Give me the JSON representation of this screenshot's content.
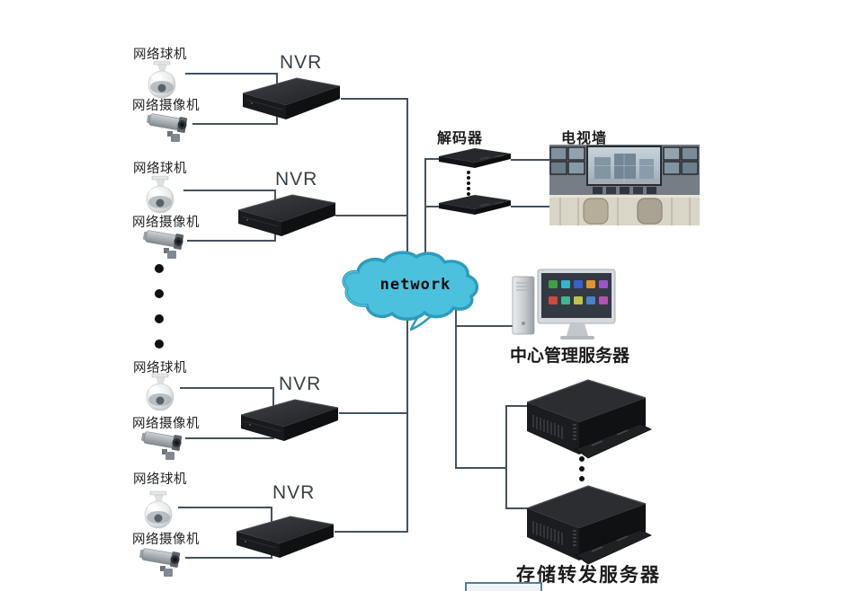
{
  "cloud": {
    "label": "network",
    "fill": "#4bc1dd",
    "stroke": "#2d9cbc"
  },
  "camera_groups": [
    {
      "dome_label": "网络球机",
      "camera_label": "网络摄像机",
      "nvr_label": "NVR"
    },
    {
      "dome_label": "网络球机",
      "camera_label": "网络摄像机",
      "nvr_label": "NVR"
    },
    {
      "dome_label": "网络球机",
      "camera_label": "网络摄像机",
      "nvr_label": "NVR"
    },
    {
      "dome_label": "网络球机",
      "camera_label": "网络摄像机",
      "nvr_label": "NVR"
    }
  ],
  "decoder": {
    "label": "解码器"
  },
  "tv_wall": {
    "label": "电视墙"
  },
  "central_server": {
    "label": "中心管理服务器"
  },
  "storage_server": {
    "label": "存储转发服务器"
  },
  "colors": {
    "line": "#45525c",
    "text": "#232323"
  }
}
